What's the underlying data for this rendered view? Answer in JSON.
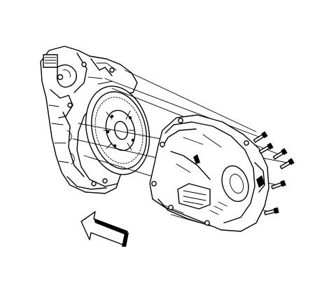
{
  "figure": {
    "parts": [
      "engine-block",
      "flywheel",
      "transmission-bell-housing",
      "bell-housing-bolt",
      "direction-arrow"
    ],
    "bolt_count": 6,
    "colors": {
      "line": "#000000",
      "background": "#ffffff"
    }
  }
}
